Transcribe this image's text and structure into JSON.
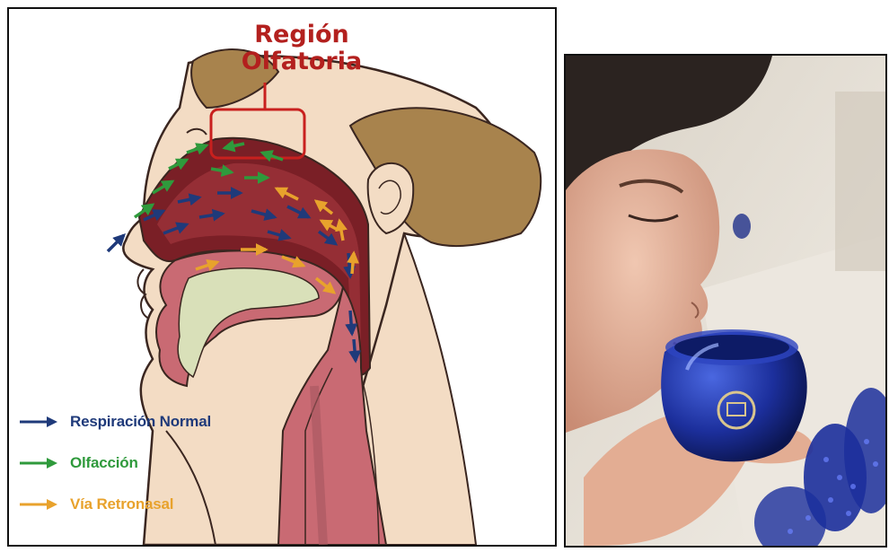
{
  "diagram": {
    "region_title_line1": "Región",
    "region_title_line2": "Olfatoria",
    "legend": [
      {
        "label": "Respiración Normal",
        "color": "#1f3a7a",
        "icon": "arrow-right-icon"
      },
      {
        "label": "Olfacción",
        "color": "#2f9a3c",
        "icon": "arrow-right-icon"
      },
      {
        "label": "Vía Retronasal",
        "color": "#e8a22c",
        "icon": "arrow-right-icon"
      }
    ],
    "colors": {
      "skin": "#f3dcc4",
      "skin_outline": "#3a2620",
      "hair": "#a8834d",
      "cavity": "#7a1f26",
      "cavity_inner": "#c2606a",
      "tongue": "#d9e0b9",
      "region_box": "#c8201e",
      "region_title": "#b3201e"
    }
  },
  "photo": {
    "subject": "woman-smelling-blue-tasting-glass",
    "colors": {
      "background": "#e9e4dc",
      "hair": "#2b2320",
      "skin": "#e6b49c",
      "glass": "#1c2f9c"
    }
  }
}
